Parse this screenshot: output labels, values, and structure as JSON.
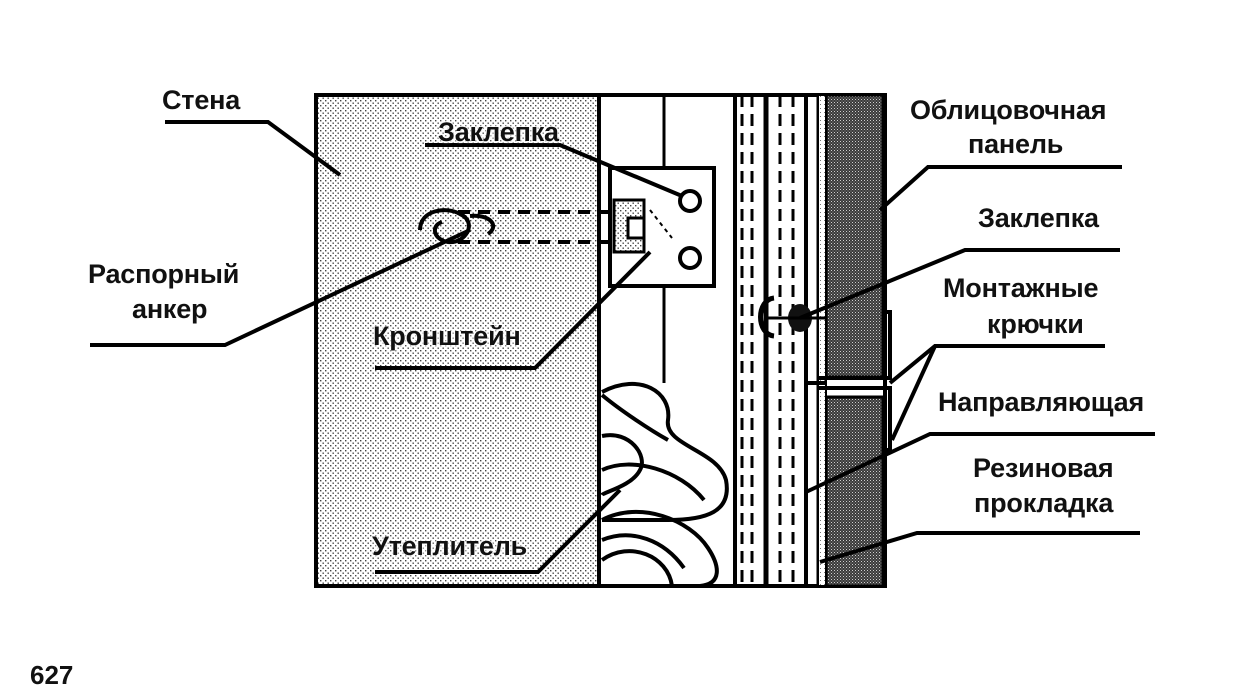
{
  "labels": {
    "wall": "Стена",
    "rivet_left": "Заклепка",
    "anchor_line1": "Распорный",
    "anchor_line2": "анкер",
    "bracket": "Кронштейн",
    "insulation": "Утеплитель",
    "panel_line1": "Облицовочная",
    "panel_line2": "панель",
    "rivet_right": "Заклепка",
    "hooks_line1": "Монтажные",
    "hooks_line2": "крючки",
    "guide": "Направляющая",
    "gasket_line1": "Резиновая",
    "gasket_line2": "прокладка"
  },
  "page_fragment": "627"
}
